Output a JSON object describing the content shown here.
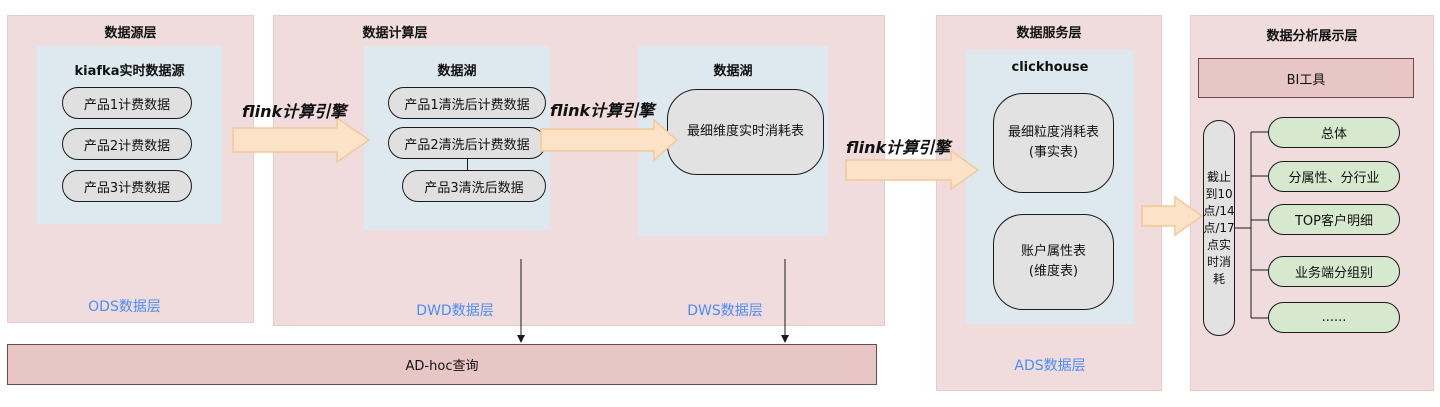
{
  "ods": {
    "title": "数据源层",
    "source_title": "kiafka实时数据源",
    "items": [
      "产品1计费数据",
      "产品2计费数据",
      "产品3计费数据"
    ],
    "label": "ODS数据层"
  },
  "compute": {
    "title": "数据计算层",
    "dwd": {
      "title": "数据湖",
      "items": [
        "产品1清洗后计费数据",
        "产品2清洗后计费数据",
        "产品3清洗后数据"
      ],
      "label": "DWD数据层"
    },
    "dws": {
      "title": "数据湖",
      "item": "最细维度实时消耗表",
      "label": "DWS数据层"
    }
  },
  "engine_labels": [
    "flink计算引擎",
    "flink计算引擎",
    "flink计算引擎"
  ],
  "adhoc_label": "AD-hoc查询",
  "service": {
    "title": "数据服务层",
    "store_title": "clickhouse",
    "fact_table": "最细粒度消耗表\n(事实表)",
    "dim_table": "账户属性表\n(维度表)",
    "label": "ADS数据层"
  },
  "display": {
    "title": "数据分析展示层",
    "bi_tool": "BI工具",
    "cutoff_label": "截止\n到10\n点/14\n点/17\n点实\n时消\n耗",
    "items": [
      "总体",
      "分属性、分行业",
      "TOP客户明细",
      "业务端分组别",
      "......"
    ]
  },
  "colors": {
    "layer_bg": "#f0dcdd",
    "inner_bg": "#dde9ef",
    "arrow_fill": "#fce3c8",
    "arrow_stroke": "#f4c89a",
    "layer_label": "#4a8df6",
    "bi_box": "#e9c6c6",
    "green_pill": "#d6e8cd"
  }
}
